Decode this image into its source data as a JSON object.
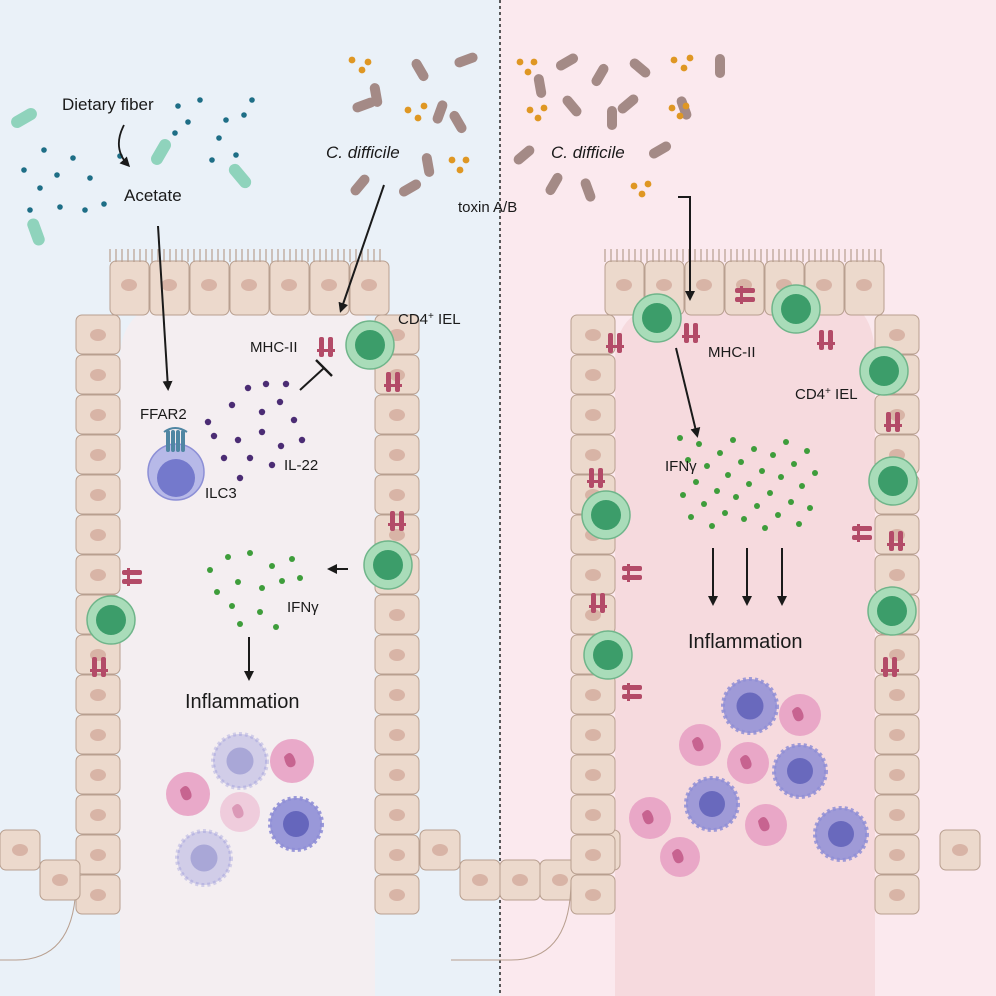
{
  "colors": {
    "left_bg": "#eaf1f8",
    "right_bg": "#fbe9ee",
    "lumen_left": "#f4eef1",
    "lumen_right": "#f6dade",
    "epithelium": "#ecd9cc",
    "epithelium_stroke": "#b89f8f",
    "nucleus": "#d8b4a6",
    "iel_outer": "#a9dcb9",
    "iel_inner": "#3c9d6a",
    "mhc": "#b34b68",
    "ilc3_outer": "#b7b9e8",
    "ilc3_inner": "#7479cc",
    "ffar2": "#4f86a3",
    "il22_dot": "#4b2c74",
    "ifng_dot": "#3e9d3b",
    "acetate_dot": "#1e6e86",
    "bacteria_green": "#8fd3bc",
    "cdiff_rod": "#a48a86",
    "toxin_dot": "#df9723",
    "neutrophil": "#e8a1c4",
    "macrophage": "#8f8ed6"
  },
  "left_panel": {
    "dietary_fiber": "Dietary fiber",
    "acetate": "Acetate",
    "c_difficile": "C. difficile",
    "mhc_ii": "MHC-II",
    "cd4_iel_base": "CD4",
    "cd4_iel_sup": "+",
    "cd4_iel_suffix": " IEL",
    "ffar2": "FFAR2",
    "ilc3": "ILC3",
    "il22": "IL-22",
    "ifng": "IFNγ",
    "inflammation": "Inflammation"
  },
  "right_panel": {
    "c_difficile": "C. difficile",
    "toxin": "toxin A/B",
    "mhc_ii": "MHC-II",
    "cd4_iel_base": "CD4",
    "cd4_iel_sup": "+",
    "cd4_iel_suffix": " IEL",
    "ifng": "IFNγ",
    "inflammation": "Inflammation"
  }
}
